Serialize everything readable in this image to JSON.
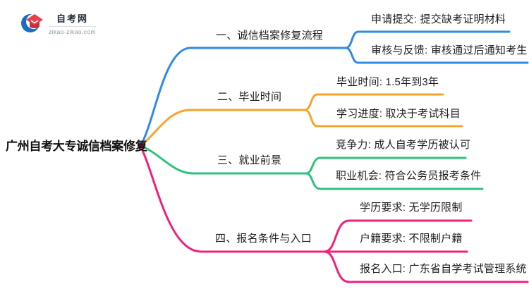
{
  "logo": {
    "title": "自考网",
    "domain": "zikao-zikao.com",
    "icon": "graduation-cap-logo-icon",
    "brand_blue": "#1b6dc1",
    "brand_red": "#e8414b",
    "brand_red_dark": "#c9303d"
  },
  "root": {
    "label": "广州自考大专诚信档案修复"
  },
  "branches": [
    {
      "label": "一、诚信档案修复流程",
      "color": "#2e8ae5",
      "children": [
        {
          "label": "申请提交: 提交缺考证明材料"
        },
        {
          "label": "审核与反馈: 审核通过后通知考生"
        }
      ]
    },
    {
      "label": "二、毕业时间",
      "color": "#f7a42c",
      "children": [
        {
          "label": "毕业时间: 1.5年到3年"
        },
        {
          "label": "学习进度: 取决于考试科目"
        }
      ]
    },
    {
      "label": "三、就业前景",
      "color": "#2fc27d",
      "children": [
        {
          "label": "竞争力: 成人自考学历被认可"
        },
        {
          "label": "职业机会: 符合公务员报考条件"
        }
      ]
    },
    {
      "label": "四、报名条件与入口",
      "color": "#f0217b",
      "children": [
        {
          "label": "学历要求: 无学历限制"
        },
        {
          "label": "户籍要求: 不限制户籍"
        },
        {
          "label": "报名入口: 广东省自学考试管理系统"
        }
      ]
    }
  ]
}
